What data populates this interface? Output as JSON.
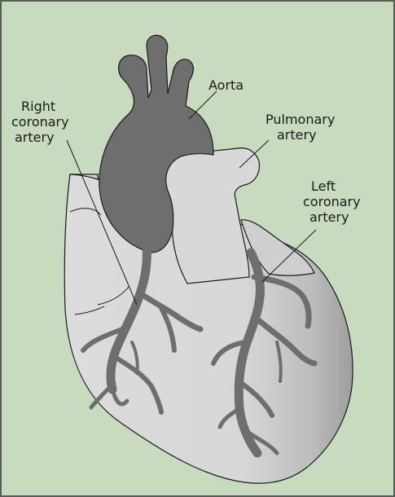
{
  "diagram": {
    "labels": {
      "aorta": "Aorta",
      "pulmonary_line1": "Pulmonary",
      "pulmonary_line2": "artery",
      "right_line1": "Right",
      "right_line2": "coronary",
      "right_line3": "artery",
      "left_line1": "Left",
      "left_line2": "coronary",
      "left_line3": "artery"
    },
    "colors": {
      "background": "#c8dbbe",
      "frame": "#5a5a5a",
      "heart_light": "#d9d9d9",
      "heart_shadow": "#a6a6a6",
      "vessel": "#6e6e6e",
      "outline": "#1a1a1a"
    }
  }
}
